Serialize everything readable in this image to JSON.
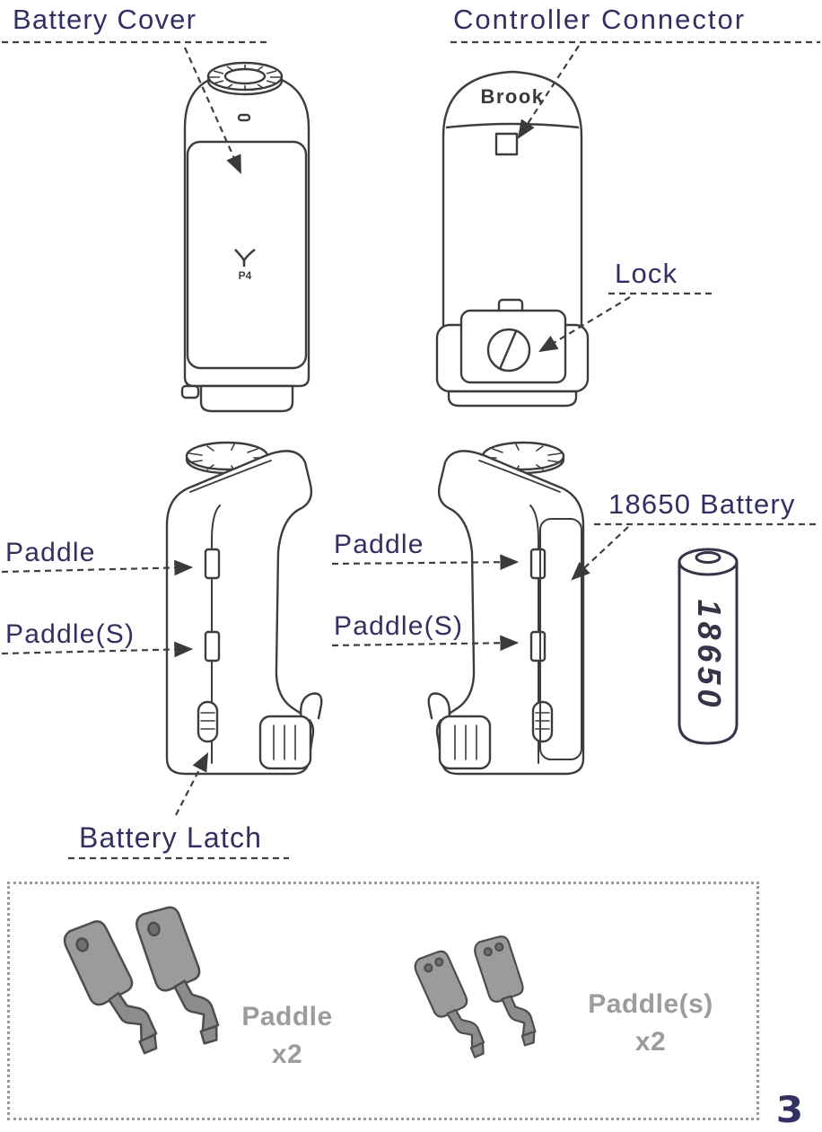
{
  "page": {
    "background": "#ffffff",
    "accent_color": "#322f62",
    "line_color": "#3d3d3d",
    "muted_gray": "#9c9c9c",
    "page_number": "3"
  },
  "labels": {
    "battery_cover": "Battery Cover",
    "controller_connector": "Controller Connector",
    "lock": "Lock",
    "paddle_left": "Paddle",
    "paddle_s_left": "Paddle(S)",
    "paddle_mid": "Paddle",
    "paddle_s_mid": "Paddle(S)",
    "battery_18650": "18650 Battery",
    "battery_latch": "Battery Latch"
  },
  "device": {
    "brand": "Brook",
    "model_logo": "P4",
    "battery_print": "18650"
  },
  "parts_box": {
    "paddle": {
      "label": "Paddle",
      "qty": "x2"
    },
    "paddle_s": {
      "label": "Paddle(s)",
      "qty": "x2"
    }
  }
}
